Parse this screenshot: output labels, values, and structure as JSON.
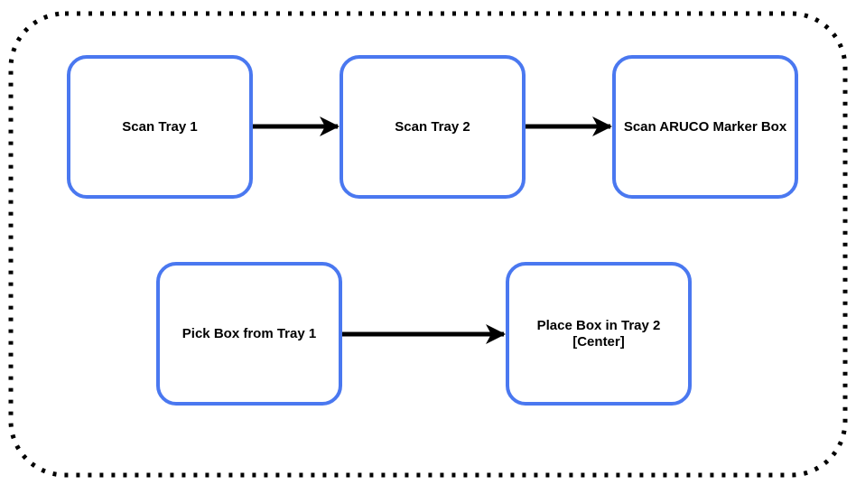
{
  "diagram": {
    "container_style": "dotted-rounded-border",
    "colors": {
      "node_border": "#4a78f0",
      "arrow": "#000000",
      "container_border": "#000000"
    },
    "nodes": [
      {
        "id": "scan_tray_1",
        "label": "Scan Tray 1"
      },
      {
        "id": "scan_tray_2",
        "label": "Scan Tray 2"
      },
      {
        "id": "scan_aruco",
        "label": "Scan ARUCO Marker Box"
      },
      {
        "id": "pick_box",
        "label": "Pick Box from Tray 1"
      },
      {
        "id": "place_box",
        "label": "Place Box in Tray 2\n[Center]"
      }
    ],
    "edges": [
      {
        "from": "scan_tray_1",
        "to": "scan_tray_2"
      },
      {
        "from": "scan_tray_2",
        "to": "scan_aruco"
      },
      {
        "from": "pick_box",
        "to": "place_box"
      }
    ]
  }
}
